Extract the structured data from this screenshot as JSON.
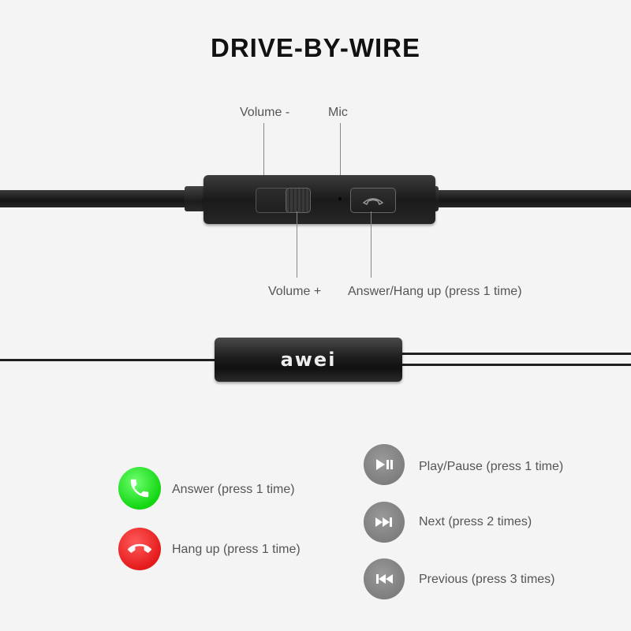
{
  "title": "DRIVE-BY-WIRE",
  "remote_labels": {
    "volume_minus": "Volume -",
    "mic": "Mic",
    "volume_plus": "Volume +",
    "answer_hangup": "Answer/Hang up  (press 1 time)"
  },
  "brand": "awei",
  "legend_left": [
    {
      "icon": "phone-answer-icon",
      "color": "#1fe01f",
      "label": "Answer (press 1 time)"
    },
    {
      "icon": "phone-hangup-icon",
      "color": "#ef2323",
      "label": "Hang up (press 1 time)"
    }
  ],
  "legend_right": [
    {
      "icon": "play-pause-icon",
      "color": "#888888",
      "label": "Play/Pause (press 1 time)"
    },
    {
      "icon": "next-track-icon",
      "color": "#888888",
      "label": "Next (press 2 times)"
    },
    {
      "icon": "previous-track-icon",
      "color": "#888888",
      "label": "Previous (press 3 times)"
    }
  ]
}
